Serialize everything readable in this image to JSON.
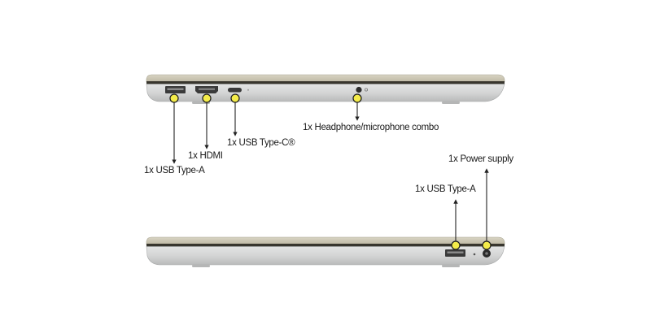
{
  "colors": {
    "background": "#ffffff",
    "lid": "#cbc7b6",
    "body": "#d7d8d8",
    "seam": "#38362e",
    "marker_fill": "#f4ec4a",
    "marker_stroke": "#1a1a1a",
    "arrow": "#222222",
    "port": "#3a3a3a"
  },
  "labels": {
    "usb_a_left": "1x USB Type-A",
    "hdmi": "1x HDMI",
    "usb_c": "1x USB Type-C®",
    "headphone": "1x Headphone/microphone combo",
    "power": "1x Power supply",
    "usb_a_right": "1x USB Type-A"
  }
}
